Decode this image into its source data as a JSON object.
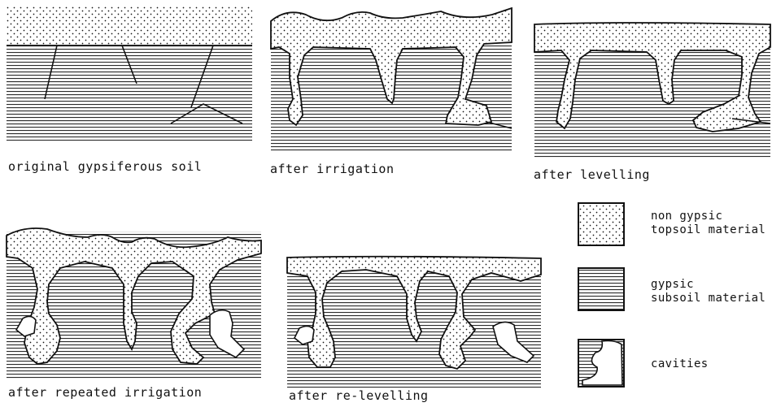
{
  "panels": [
    {
      "id": "p1",
      "caption": "original gypsiferous soil"
    },
    {
      "id": "p2",
      "caption": "after irrigation"
    },
    {
      "id": "p3",
      "caption": "after levelling"
    },
    {
      "id": "p4",
      "caption": "after repeated irrigation"
    },
    {
      "id": "p5",
      "caption": "after re-levelling"
    }
  ],
  "legend": {
    "items": [
      {
        "swatch": "stipple",
        "lines": [
          "non gypsic",
          "topsoil material"
        ]
      },
      {
        "swatch": "hatch",
        "lines": [
          "gypsic",
          "subsoil material"
        ]
      },
      {
        "swatch": "cavity",
        "lines": [
          "cavities"
        ]
      }
    ]
  }
}
